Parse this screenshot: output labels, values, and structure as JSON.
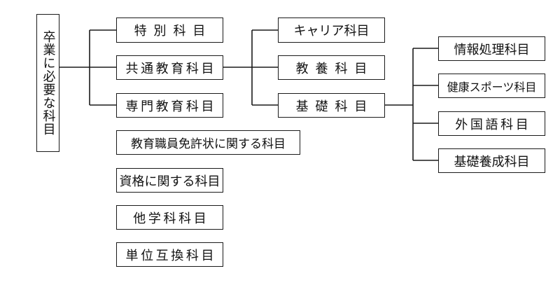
{
  "root": "卒業に必要な科目",
  "level1": [
    "特別科目",
    "共通教育科目",
    "専門教育科目",
    "教育職員免許状に関する科目",
    "資格に関する科目",
    "他学科科目",
    "単位互換科目"
  ],
  "common_children": [
    "キャリア科目",
    "教養科目",
    "基礎科目"
  ],
  "basic_children": [
    "情報処理科目",
    "健康スポーツ科目",
    "外国語科目",
    "基礎養成科目"
  ]
}
